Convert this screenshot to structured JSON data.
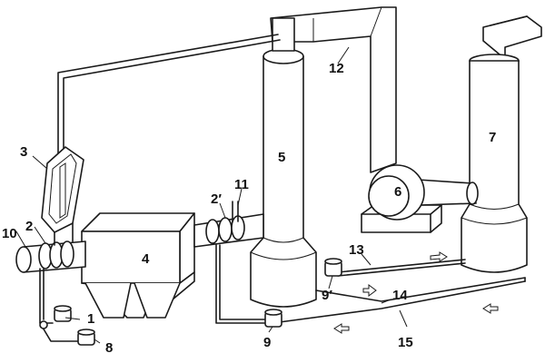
{
  "labels": {
    "l1": "1",
    "l2": "2",
    "l2p": "2′",
    "l3": "3",
    "l4": "4",
    "l5": "5",
    "l6": "6",
    "l7": "7",
    "l8": "8",
    "l9": "9",
    "l9p": "9′",
    "l10": "10",
    "l11": "11",
    "l12": "12",
    "l13": "13",
    "l14": "14",
    "l15": "15"
  }
}
